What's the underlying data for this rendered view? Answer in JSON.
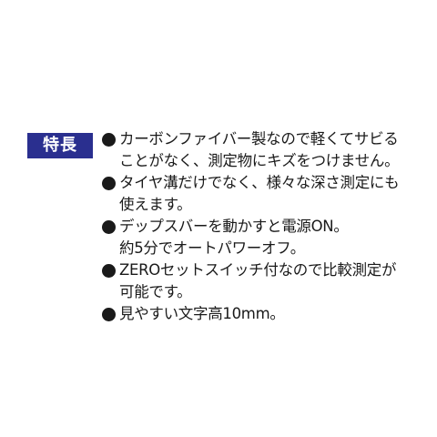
{
  "header": {
    "label": "特長"
  },
  "features": [
    {
      "lines": [
        "カーボンファイバー製なので軽くてサビる",
        "ことがなく、測定物にキズをつけません。"
      ]
    },
    {
      "lines": [
        "タイヤ溝だけでなく、様々な深さ測定にも",
        "使えます。"
      ]
    },
    {
      "lines": [
        "デップスバーを動かすと電源ON。",
        "約5分でオートパワーオフ。"
      ]
    },
    {
      "lines": [
        "ZEROセットスイッチ付なので比較測定が",
        "可能です。"
      ]
    },
    {
      "lines": [
        "見やすい文字高10mm。"
      ]
    }
  ],
  "colors": {
    "badge_background": "#2a2f8f",
    "badge_text": "#ffffff",
    "body_text": "#1a1a1a"
  }
}
